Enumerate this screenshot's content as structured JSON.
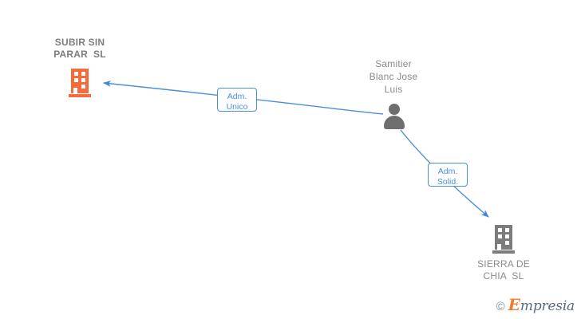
{
  "graph": {
    "background": "#ffffff",
    "edge_color": "#4a90d9",
    "company_orange": "#f96a3b",
    "company_grey": "#7c7c7c",
    "person_grey": "#6e6e6e",
    "nodes": [
      {
        "id": "subir-sin-parar",
        "type": "company",
        "label": "SUBIR SIN\nPARAR  SL",
        "icon": "building-icon"
      },
      {
        "id": "samitier-blanc-jose-luis",
        "type": "person",
        "label": "Samitier\nBlanc Jose\nLuis",
        "icon": "person-icon"
      },
      {
        "id": "sierra-de-chia",
        "type": "company",
        "label": "SIERRA DE\nCHIA  SL",
        "icon": "building-icon"
      }
    ],
    "edges": [
      {
        "id": "edge-adm-unico",
        "from": "samitier-blanc-jose-luis",
        "to": "subir-sin-parar",
        "label": "Adm.\nUnico"
      },
      {
        "id": "edge-adm-solid",
        "from": "samitier-blanc-jose-luis",
        "to": "sierra-de-chia",
        "label": "Adm.\nSolid."
      }
    ]
  },
  "watermark": {
    "copyright": "©",
    "brand_initial": "E",
    "brand_rest": "mpresia"
  }
}
